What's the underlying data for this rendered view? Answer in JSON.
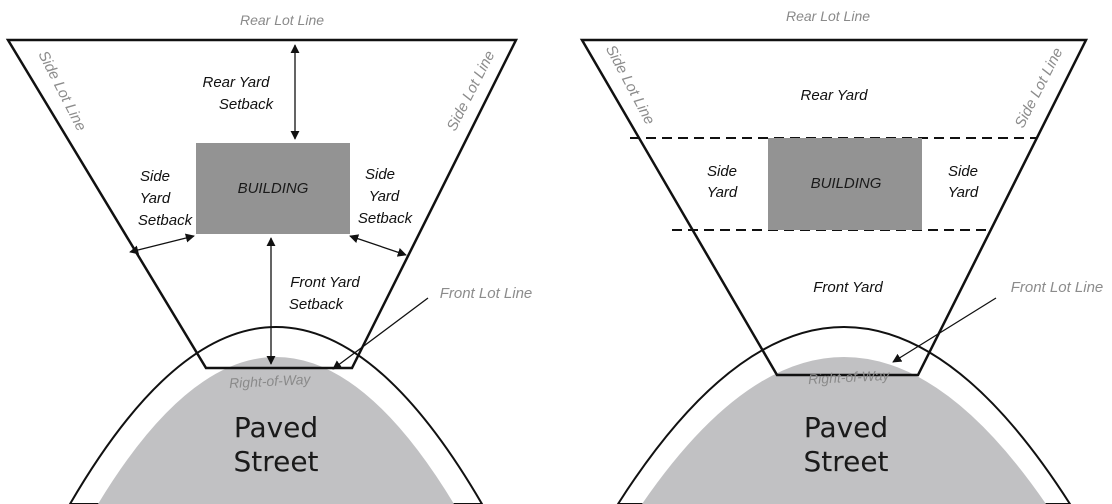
{
  "colors": {
    "building": "#939393",
    "street": "#c1c1c3",
    "line": "#111111",
    "gray_label": "#8c8c8c"
  },
  "left_diagram": {
    "rear_lot_line": "Rear Lot Line",
    "side_lot_line_left": "Side Lot Line",
    "side_lot_line_right": "Side Lot Line",
    "rear_setback_line1": "Rear Yard",
    "rear_setback_line2": "Setback",
    "side_setback_left_line1": "Side",
    "side_setback_left_line2": "Yard",
    "side_setback_left_line3": "Setback",
    "side_setback_right_line1": "Side",
    "side_setback_right_line2": "Yard",
    "side_setback_right_line3": "Setback",
    "building": "BUILDING",
    "front_setback_line1": "Front Yard",
    "front_setback_line2": "Setback",
    "front_lot_line": "Front Lot Line",
    "right_of_way": "Right-of-Way",
    "street_line1": "Paved",
    "street_line2": "Street"
  },
  "right_diagram": {
    "rear_lot_line": "Rear Lot Line",
    "side_lot_line_left": "Side Lot Line",
    "side_lot_line_right": "Side Lot Line",
    "rear_yard": "Rear Yard",
    "side_yard_left_line1": "Side",
    "side_yard_left_line2": "Yard",
    "side_yard_right_line1": "Side",
    "side_yard_right_line2": "Yard",
    "building": "BUILDING",
    "front_yard": "Front Yard",
    "front_lot_line": "Front Lot Line",
    "right_of_way": "Right-of-Way",
    "street_line1": "Paved",
    "street_line2": "Street"
  }
}
